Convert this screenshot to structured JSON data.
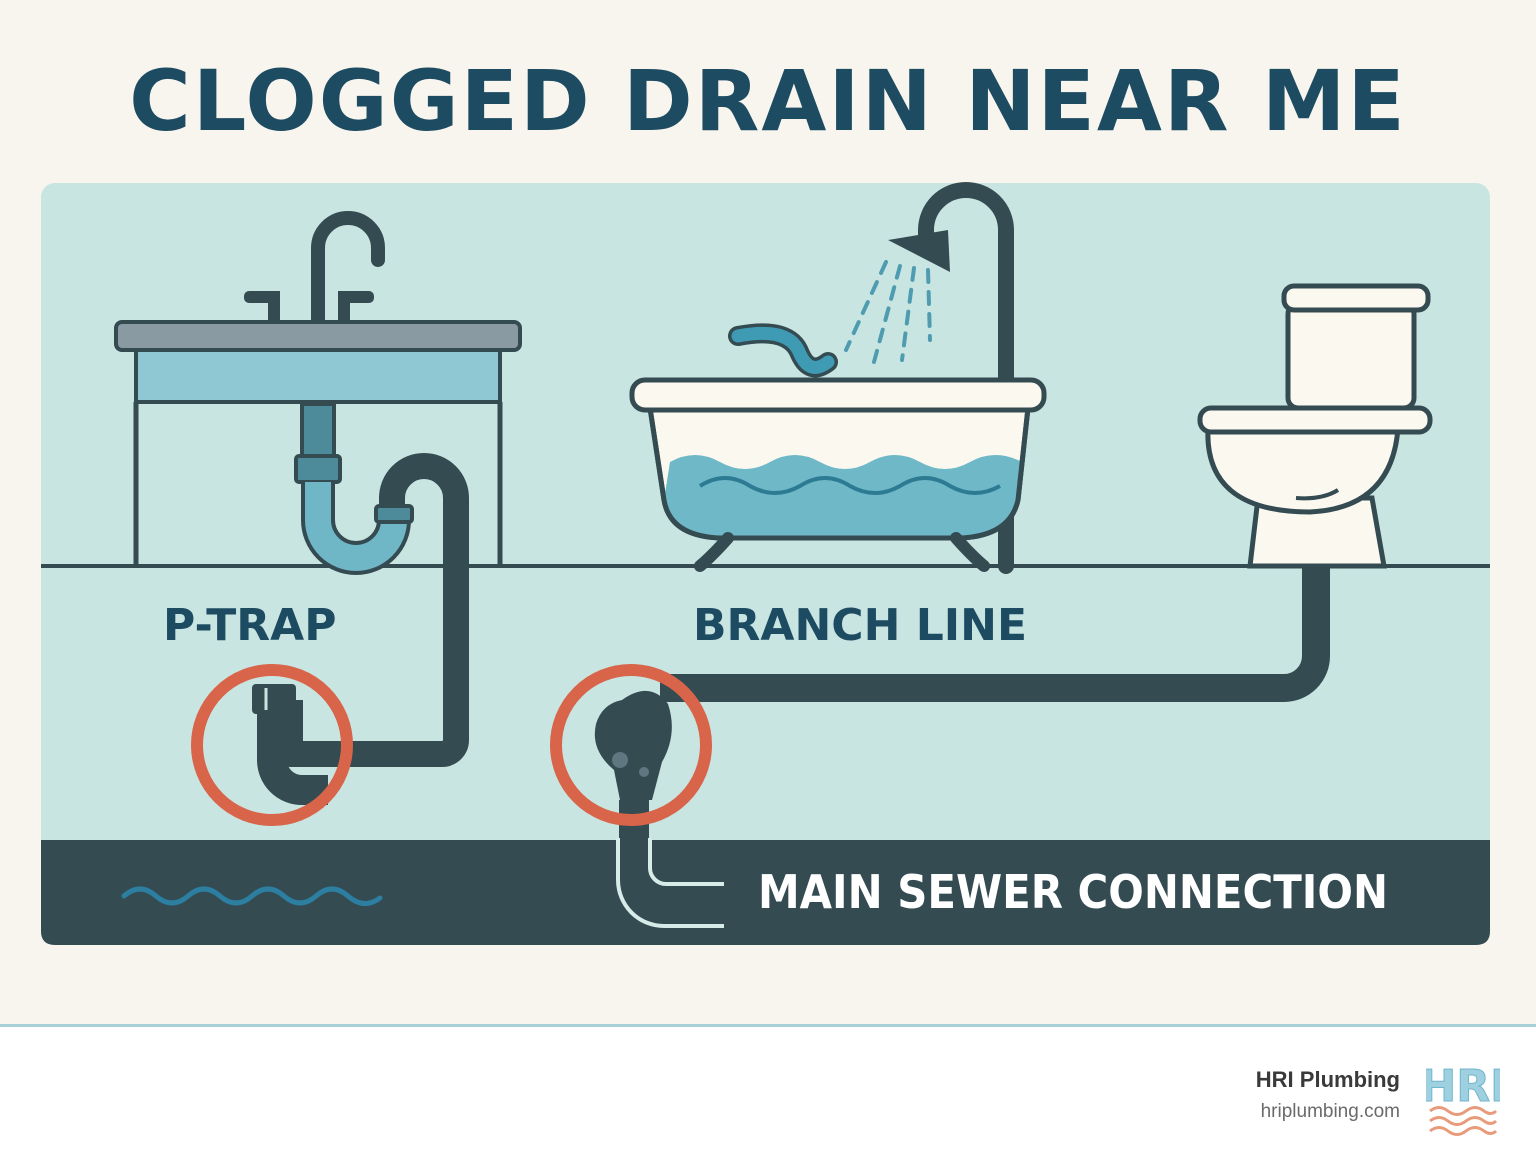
{
  "title": "CLOGGED DRAIN NEAR ME",
  "labels": {
    "p_trap": "P-TRAP",
    "branch_line": "BRANCH LINE",
    "main_sewer": "MAIN SEWER CONNECTION"
  },
  "footer": {
    "brand": "HRI Plumbing",
    "url": "hriplumbing.com",
    "logo_text": "HRI"
  },
  "colors": {
    "background": "#f8f5ee",
    "panel": "#c9e5e2",
    "pipe": "#344b52",
    "title": "#1d4b62",
    "highlight": "#d8644a",
    "water": "#5aaebd"
  }
}
